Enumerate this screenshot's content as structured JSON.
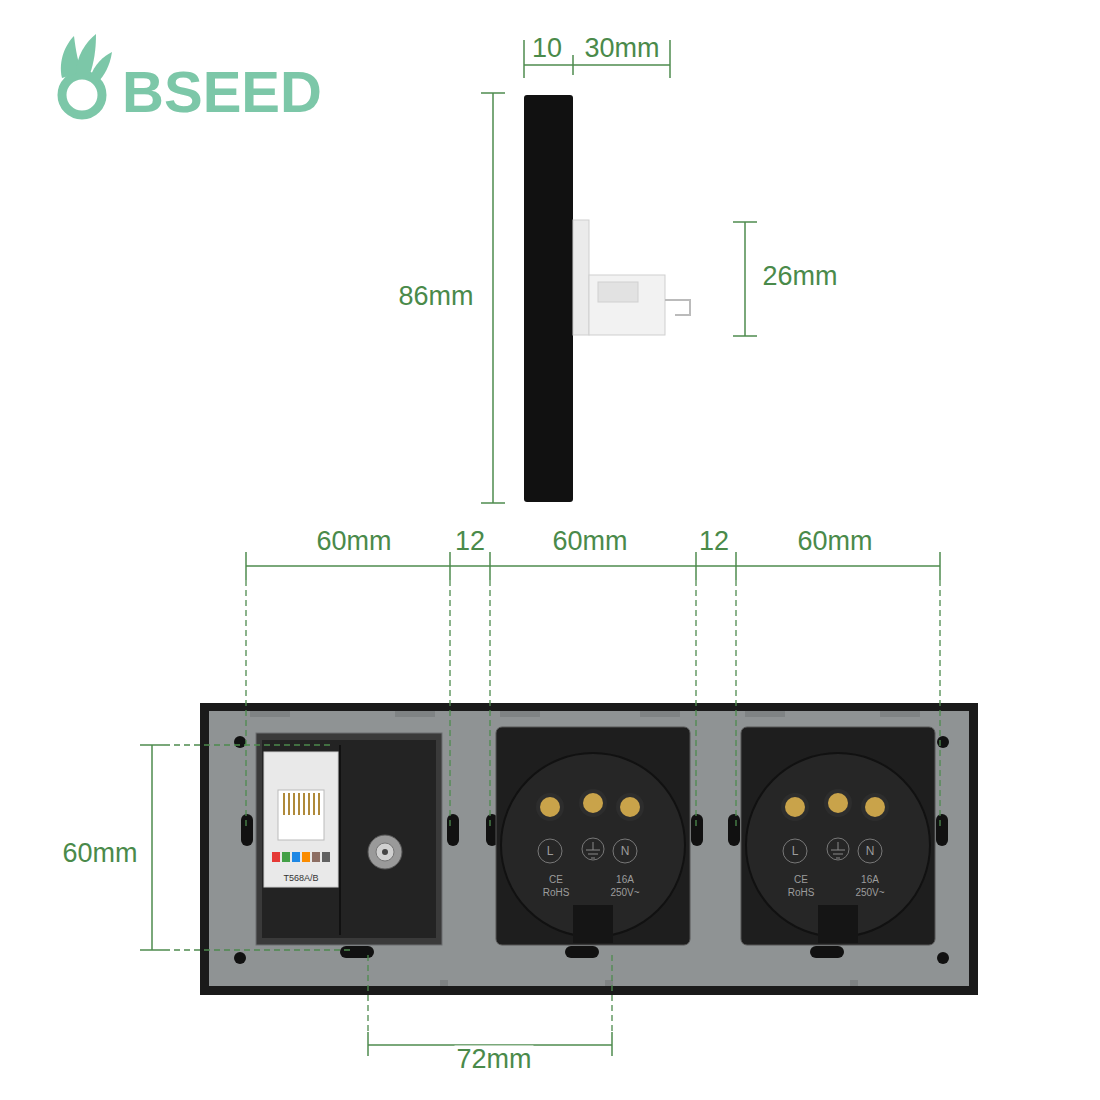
{
  "diagram": {
    "labels": [
      "BSEED",
      "10",
      "30mm",
      "86mm",
      "26mm",
      "60mm",
      "12",
      "60mm",
      "12",
      "60mm",
      "60mm",
      "72mm",
      "T568A/B",
      "L",
      "N",
      "CE",
      "RoHS",
      "16A",
      "250V~",
      "L",
      "N",
      "CE",
      "RoHS",
      "16A",
      "250V~"
    ]
  }
}
